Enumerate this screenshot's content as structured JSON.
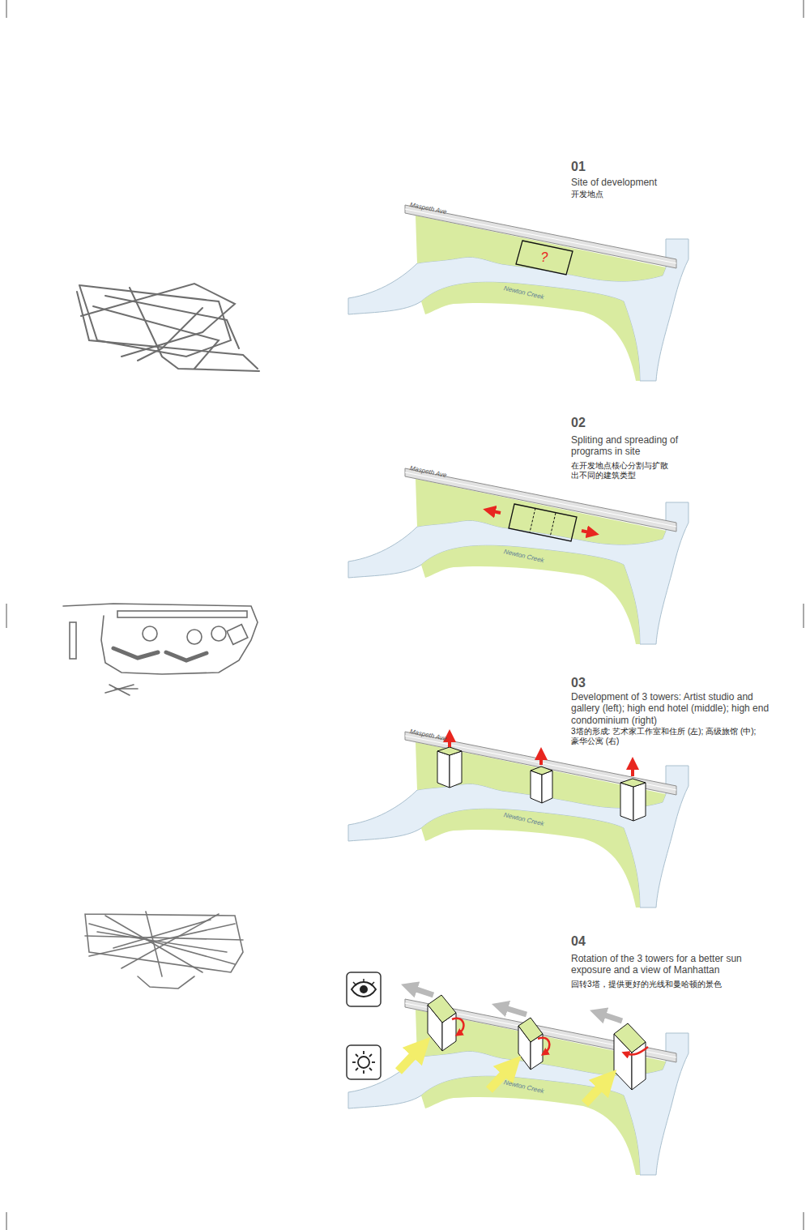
{
  "diagram": {
    "nodes": [
      {
        "text": [
          "?"
        ]
      }
    ],
    "labels": [
      "01",
      "Site of development",
      "开发地点",
      "Maspeth Ave",
      "Newton Creek",
      "02",
      "Spliting and spreading of programs in site",
      "在开发地点核心分割与扩散 出不同的建筑类型",
      "Maspeth Ave",
      "Newton Creek",
      "03",
      "Development of 3 towers: Artist studio and gallery (left); high end hotel (middle); high end condominium (right)",
      "3塔的形成: 艺术家工作室和住所 (左); 高级旅馆 (中); 豪华公寓 (右)",
      "Maspeth Ave",
      "Newton Creek",
      "04",
      "Rotation of the 3 towers for a better sun exposure and a view of Manhattan",
      "回转3塔，提供更好的光线和曼哈顿的景色",
      "Newton Creek"
    ]
  }
}
